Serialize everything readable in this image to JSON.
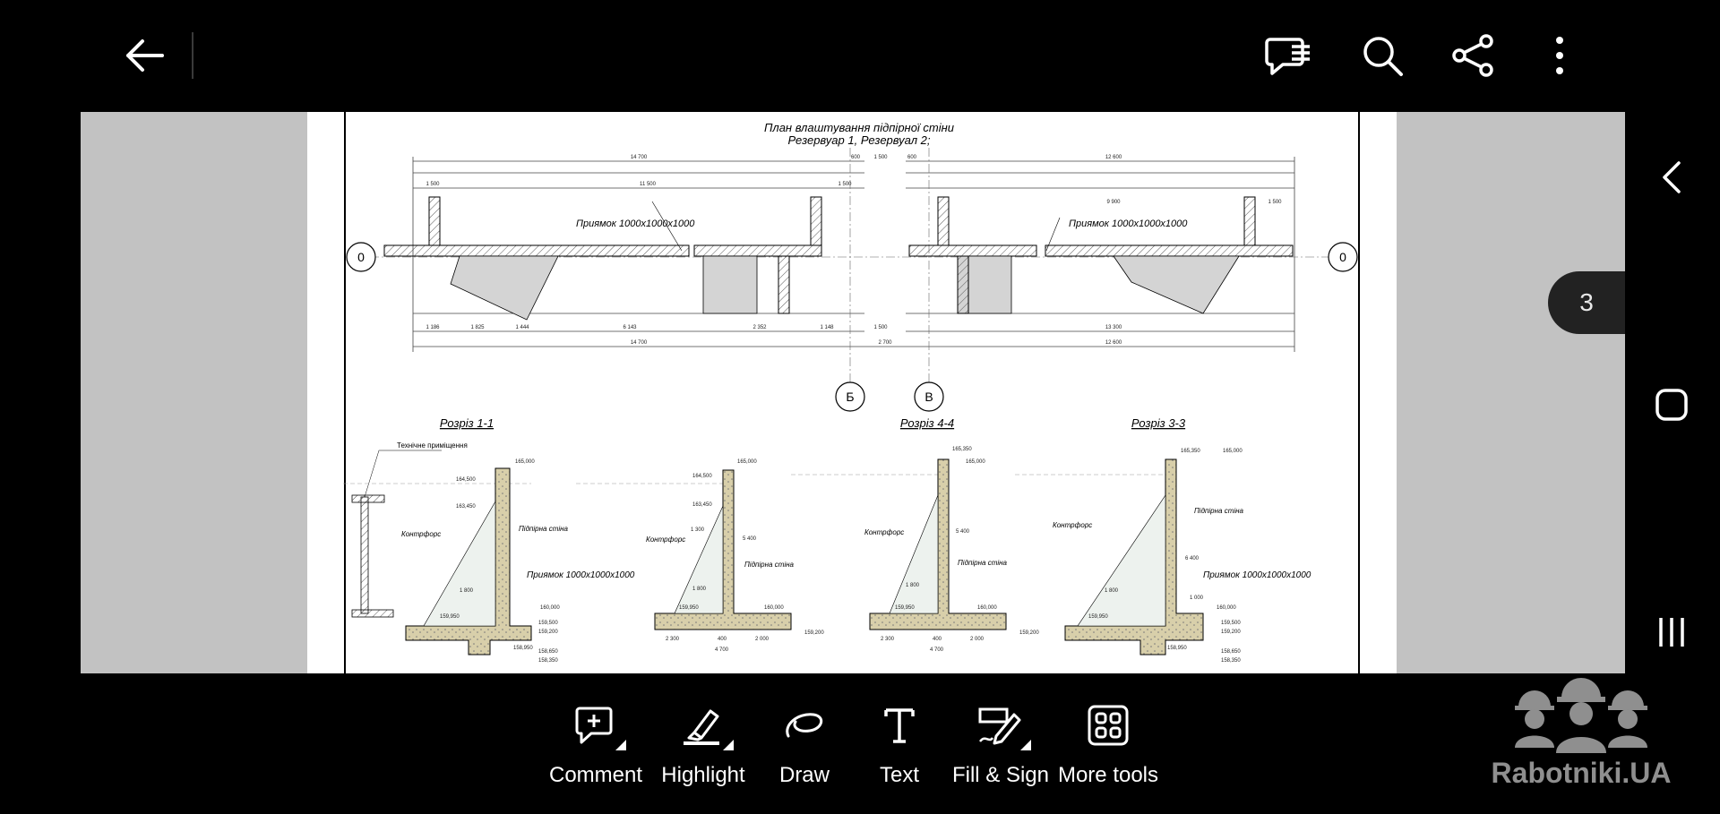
{
  "topbar": {
    "back_icon": "arrow-left-icon",
    "comments_icon": "comment-list-icon",
    "search_icon": "search-icon",
    "share_icon": "share-icon",
    "more_icon": "more-vertical-icon"
  },
  "document": {
    "title_line1": "План влаштування підпірної стіни",
    "title_line2": "Резервуар 1, Резервуал 2;",
    "pit_label": "Приямок 1000х1000х1000",
    "axis_0_left": "0",
    "axis_0_right": "0",
    "axis_b": "Б",
    "axis_v": "В",
    "dim_top_left_total": "14 700",
    "dim_top_right_total": "12 600",
    "dim_600a": "600",
    "dim_1500a": "1 500",
    "dim_600b": "600",
    "dim_1500b": "1 500",
    "dim_11500": "11 500",
    "dim_9900": "9 900",
    "dim_1500_left": "1 500",
    "dim_1500_right": "1 500",
    "dim_bottom_14700": "14 700",
    "dim_bottom_12600": "12 600",
    "dim_bottom_2700": "2 700",
    "dim_bottom_6143": "6 143",
    "dim_bottom_13300": "13 300",
    "dim_bottom_1825": "1 825",
    "dim_bottom_1444": "1 444",
    "dim_bottom_1186": "1 186",
    "dim_bottom_2352": "2 352",
    "dim_bottom_1148": "1 148",
    "dim_bottom_1500": "1 500",
    "section_1_title": "Розріз 1-1",
    "section_4_title": "Розріз 4-4",
    "section_3_title": "Розріз 3-3",
    "tech_room": "Технічне приміщення",
    "counterfort": "Контрфорс",
    "retaining_wall": "Підпірна стіна",
    "sec_pit_label": "Приямок 1000х1000х1000",
    "elev_165000": "165,000",
    "elev_165350": "165,350",
    "elev_164500": "164,500",
    "elev_163450": "163,450",
    "elev_160000": "160,000",
    "elev_159950": "159,950",
    "elev_159500": "159,500",
    "elev_159200": "159,200",
    "elev_158950": "158,950",
    "elev_158650": "158,650",
    "elev_158350": "158,350",
    "dim_1800": "1 800",
    "dim_1300": "1 300",
    "dim_2300": "2 300",
    "dim_400": "400",
    "dim_2000": "2 000",
    "dim_4700": "4 700",
    "dim_5400": "5 400",
    "dim_6400": "6 400",
    "dim_1000": "1 000"
  },
  "tools": [
    {
      "label": "Comment",
      "icon": "comment-add-icon"
    },
    {
      "label": "Highlight",
      "icon": "highlighter-icon"
    },
    {
      "label": "Draw",
      "icon": "draw-loop-icon"
    },
    {
      "label": "Text",
      "icon": "text-t-icon"
    },
    {
      "label": "Fill & Sign",
      "icon": "fill-sign-icon"
    },
    {
      "label": "More tools",
      "icon": "grid-four-icon"
    }
  ],
  "page_badge": "3",
  "sidenav": {
    "back_icon": "chevron-left-icon",
    "home_icon": "rounded-square-icon",
    "recents_icon": "three-bars-icon"
  },
  "watermark": {
    "text": "Rabotniki.UA",
    "logo_icon": "workers-helmet-logo-icon"
  }
}
